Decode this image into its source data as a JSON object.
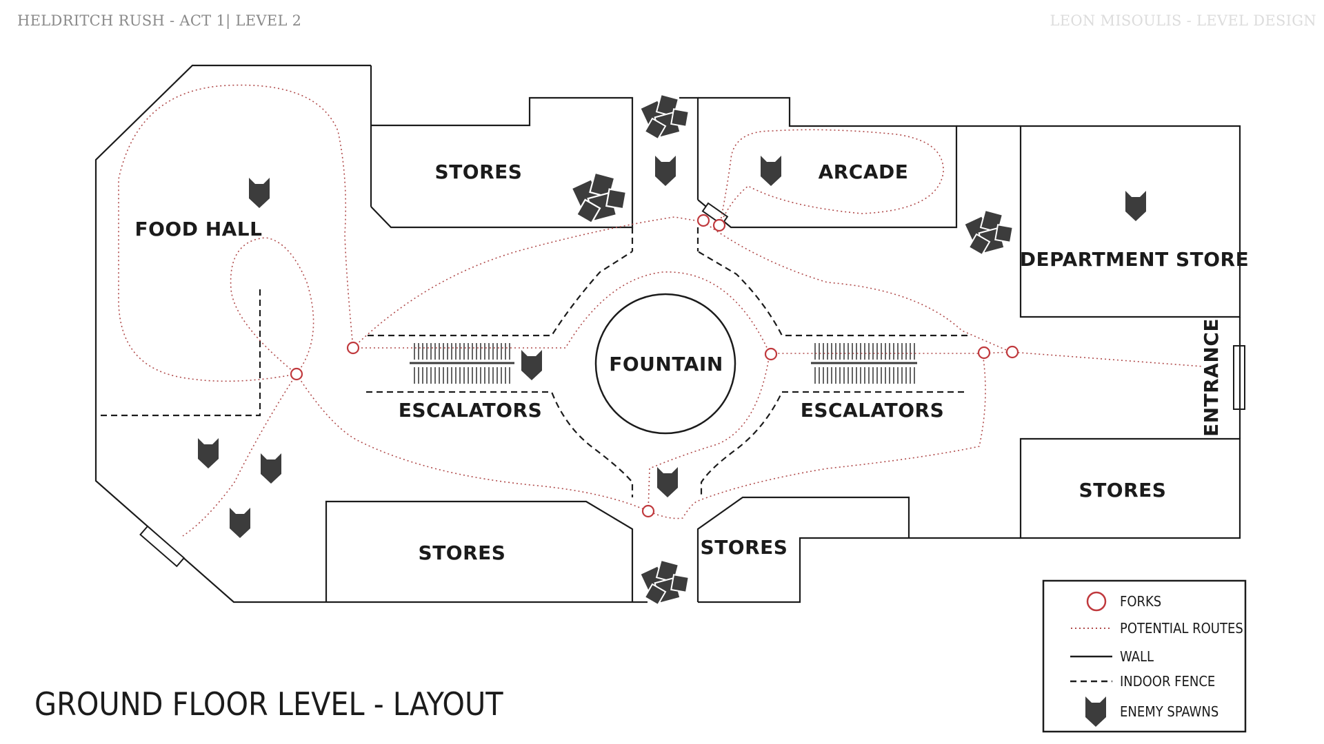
{
  "header": {
    "left": "HELDRITCH RUSH - ACT 1| LEVEL 2",
    "right": "LEON MISOULIS - LEVEL DESIGN"
  },
  "rooms": {
    "stores_top": "STORES",
    "food_hall": "FOOD HALL",
    "arcade": "ARCADE",
    "department_store": "DEPARTMENT STORE",
    "fountain": "FOUNTAIN",
    "escalators_left": "ESCALATORS",
    "escalators_right": "ESCALATORS",
    "entrance": "ENTRANCE",
    "stores_right": "STORES",
    "stores_bottom_left": "STORES",
    "stores_bottom_mid": "STORES"
  },
  "legend": {
    "forks": "FORKS",
    "routes": "POTENTIAL ROUTES",
    "wall": "WALL",
    "fence": "INDOOR FENCE",
    "spawns": "ENEMY SPAWNS"
  },
  "title": "GROUND FLOOR LEVEL -  LAYOUT",
  "colors": {
    "wall": "#1b1b1b",
    "route": "#b04a4a",
    "fork": "#c0393d",
    "obstacle": "#3c3c3c"
  },
  "icons": {
    "fork": "circle-icon",
    "spawn": "enemy-spawn-shield-icon",
    "obstacle": "crate-cluster-icon"
  }
}
